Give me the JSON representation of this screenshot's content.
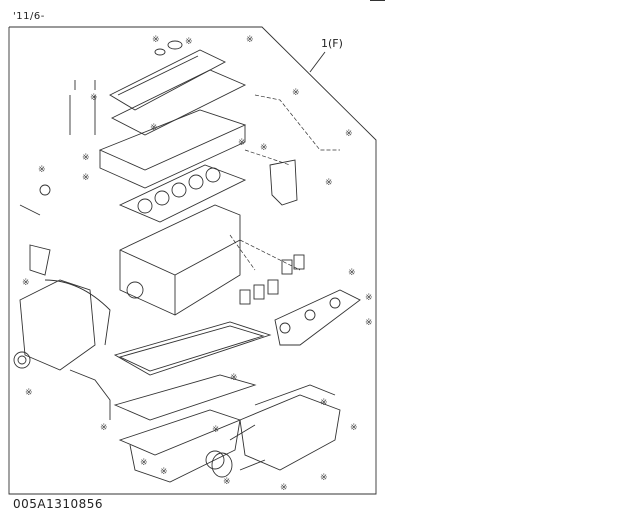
{
  "header": {
    "revision": "'11/6-"
  },
  "diagram": {
    "assembly_label": "1(F)",
    "marker_symbol": "※"
  },
  "footer": {
    "drawing_code": "005A1310856"
  }
}
